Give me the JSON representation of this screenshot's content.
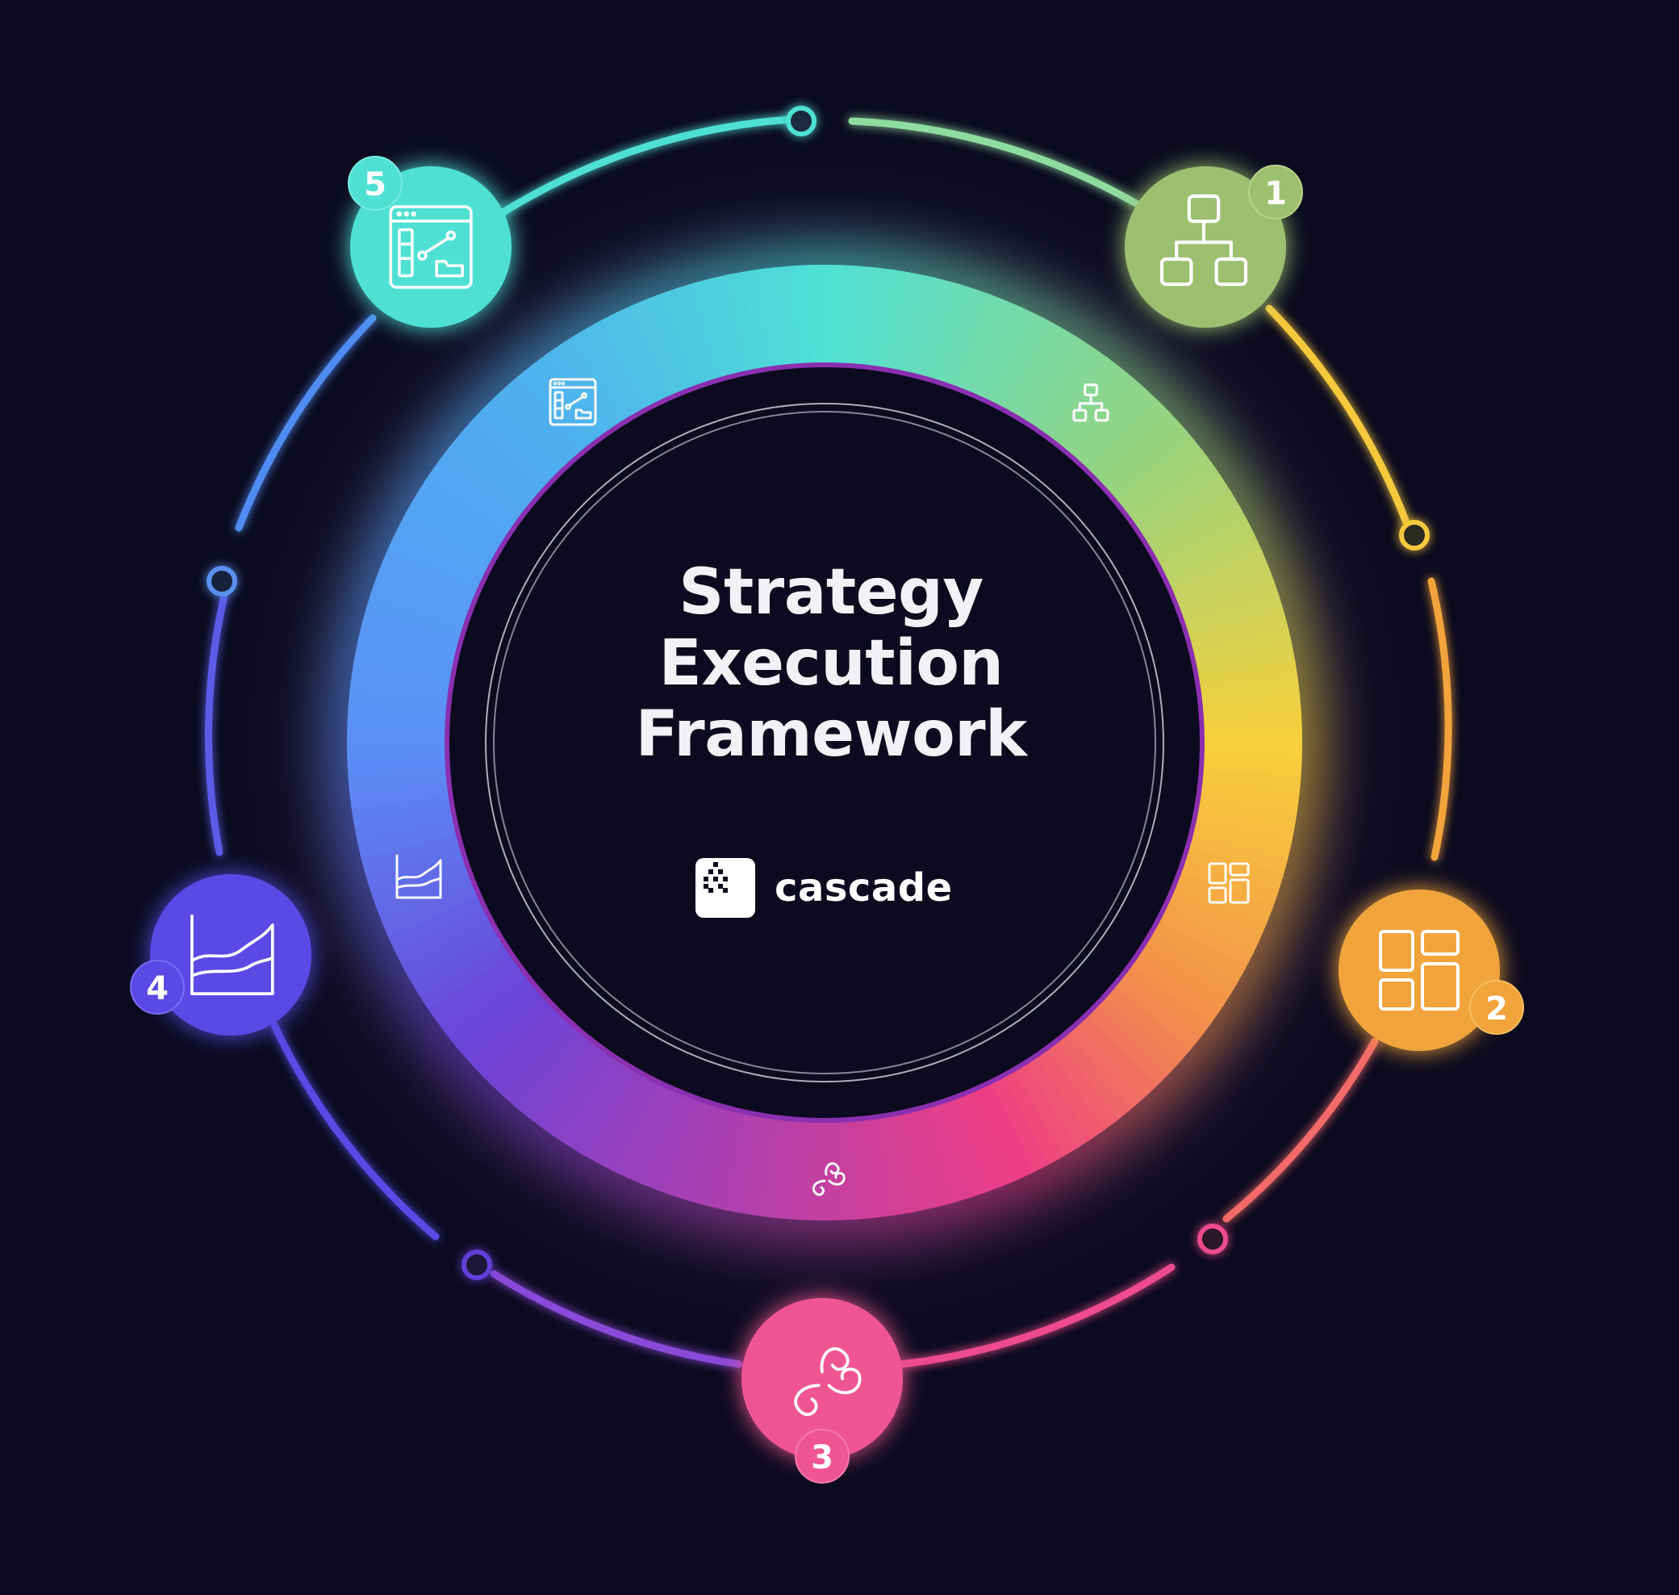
{
  "diagram": {
    "title_lines": [
      "Strategy",
      "Execution",
      "Framework"
    ],
    "brand": {
      "name": "cascade",
      "logo_icon": "cascade-logo-icon"
    },
    "steps": [
      {
        "number": "1",
        "icon": "hierarchy-icon",
        "color": "#9cc070"
      },
      {
        "number": "2",
        "icon": "layout-grid-icon",
        "color": "#f1a43a"
      },
      {
        "number": "3",
        "icon": "triskelion-icon",
        "color": "#ef5593"
      },
      {
        "number": "4",
        "icon": "area-chart-icon",
        "color": "#5a49e4"
      },
      {
        "number": "5",
        "icon": "workflow-window-icon",
        "color": "#4fe0d4"
      }
    ],
    "colors": {
      "background": "#0b0a1e",
      "ring_teal": "#4fe0d4",
      "ring_green": "#9cd37c",
      "ring_yellow": "#f7d03c",
      "ring_orange": "#f3934a",
      "ring_pink": "#ee3f84",
      "ring_purple": "#6a44d8",
      "ring_blue": "#5b8ff7"
    }
  }
}
